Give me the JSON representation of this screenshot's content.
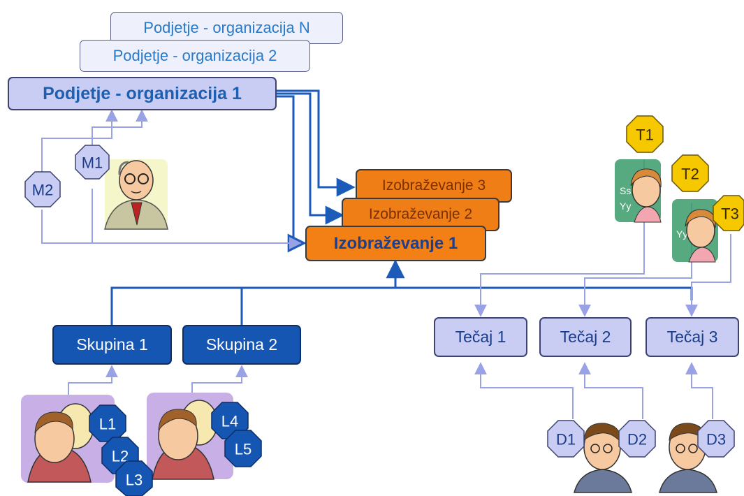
{
  "organizations": [
    {
      "label": "Podjetje - organizacija N"
    },
    {
      "label": "Podjetje - organizacija 2"
    },
    {
      "label": "Podjetje - organizacija 1"
    }
  ],
  "trainings": [
    {
      "label": "Izobraževanje 3"
    },
    {
      "label": "Izobraževanje 2"
    },
    {
      "label": "Izobraževanje 1"
    }
  ],
  "groups": [
    {
      "label": "Skupina 1"
    },
    {
      "label": "Skupina 2"
    }
  ],
  "courses": [
    {
      "label": "Tečaj 1"
    },
    {
      "label": "Tečaj 2"
    },
    {
      "label": "Tečaj 3"
    }
  ],
  "managers": [
    {
      "label": "M1"
    },
    {
      "label": "M2"
    }
  ],
  "teachers": [
    {
      "label": "T1"
    },
    {
      "label": "T2"
    },
    {
      "label": "T3"
    }
  ],
  "learners": [
    {
      "label": "L1"
    },
    {
      "label": "L2"
    },
    {
      "label": "L3"
    },
    {
      "label": "L4"
    },
    {
      "label": "L5"
    }
  ],
  "participants": [
    {
      "label": "D1"
    },
    {
      "label": "D2"
    },
    {
      "label": "D3"
    }
  ],
  "colors": {
    "organization_fill": "#c9cdf3",
    "training_fill": "#f28015",
    "group_fill": "#1656b3",
    "teacher_fill": "#f6c800",
    "manager_fill": "#c9cdf3",
    "connector_dark": "#1c5bb8",
    "connector_light": "#9aa2e6"
  },
  "icons": [
    "manager-figure-icon",
    "teacher-figure-icon",
    "learner-figure-icon",
    "participant-figure-icon"
  ]
}
